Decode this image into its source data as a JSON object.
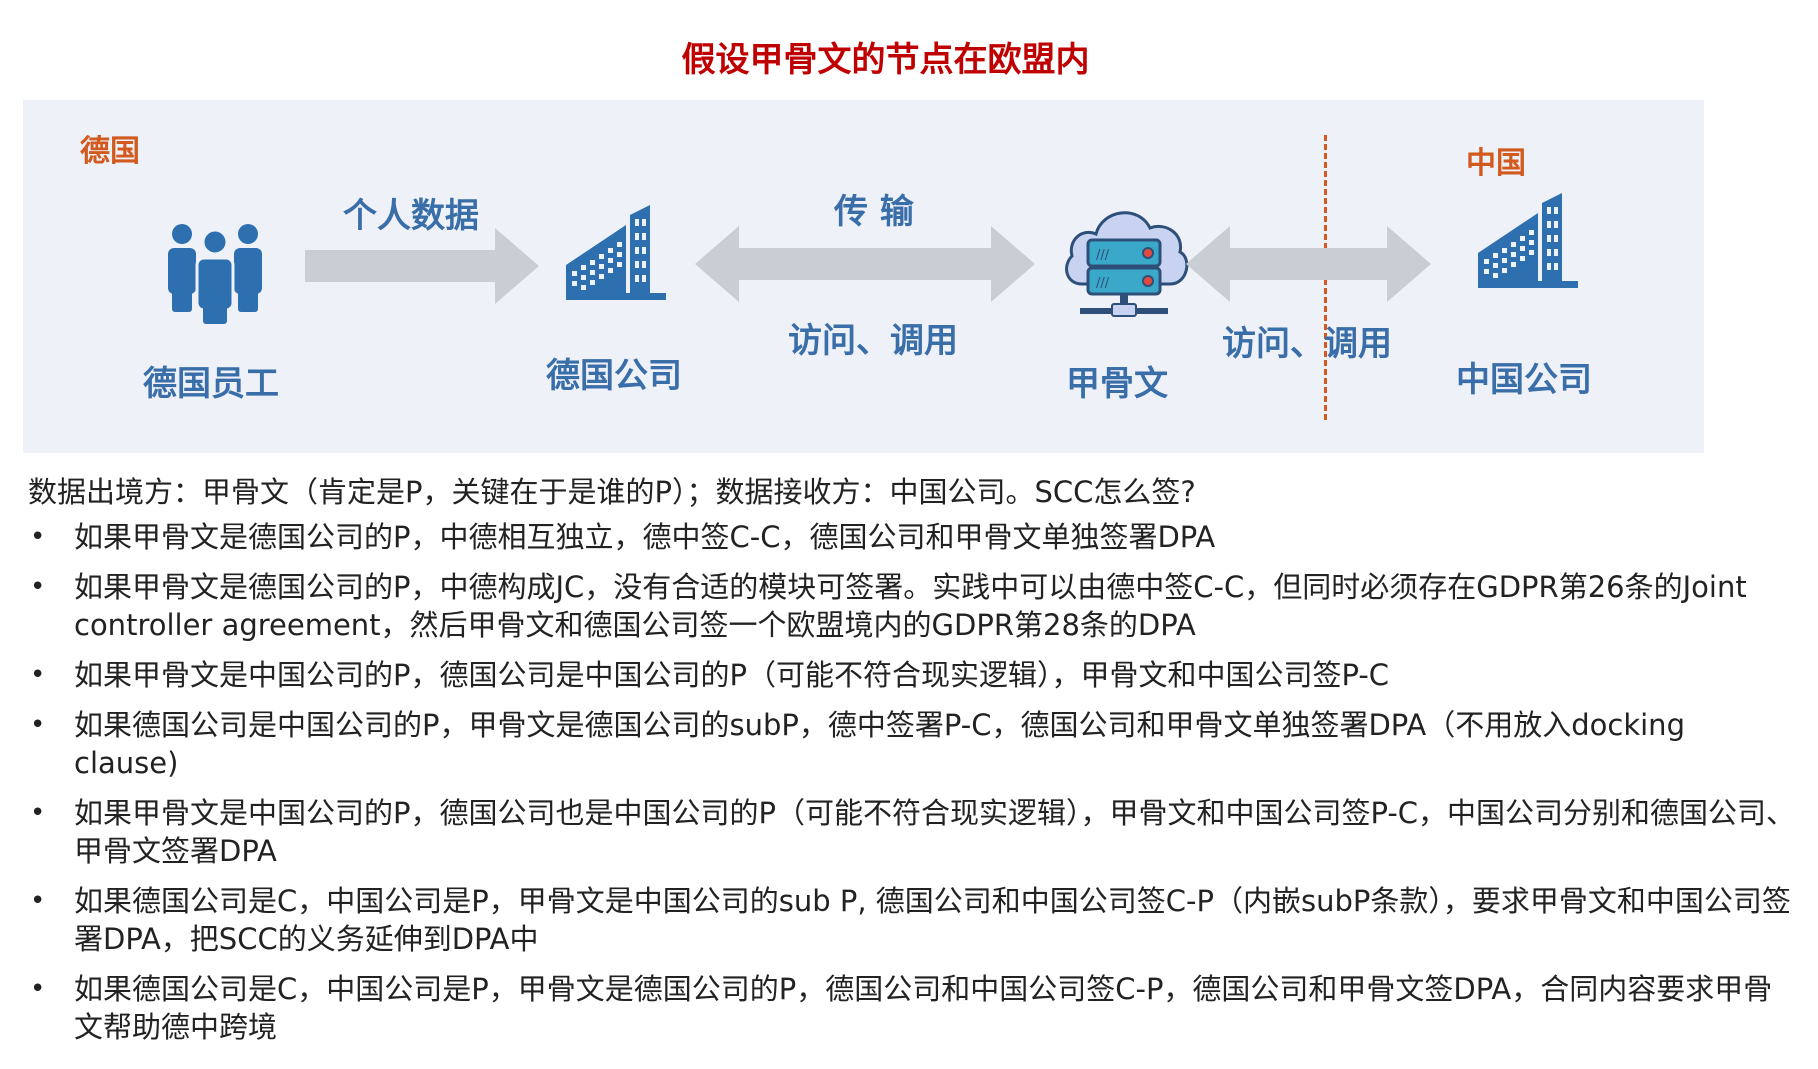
{
  "title": "假设甲骨文的节点在欧盟内",
  "diagram": {
    "region_germany": "德国",
    "region_china": "中国",
    "nodes": {
      "employees": "德国员工",
      "german_company": "德国公司",
      "oracle": "甲骨文",
      "china_company": "中国公司"
    },
    "arrows": {
      "personal_data": "个人数据",
      "transfer": "传 输",
      "access_call_1": "访问、调用",
      "access_call_2": "访问、调用"
    },
    "colors": {
      "title": "#c00000",
      "region": "#d35a1e",
      "label": "#3a6ea9",
      "icon": "#2e6fb0",
      "arrow": "#c9cdd4",
      "panel": "#eef1f8"
    }
  },
  "text": {
    "intro": "数据出境方：甲骨文（肯定是P，关键在于是谁的P）；数据接收方：中国公司。SCC怎么签?",
    "bullets": [
      "如果甲骨文是德国公司的P，中德相互独立，德中签C-C，德国公司和甲骨文单独签署DPA",
      "如果甲骨文是德国公司的P，中德构成JC，没有合适的模块可签署。实践中可以由德中签C-C，但同时必须存在GDPR第26条的Joint controller agreement，然后甲骨文和德国公司签一个欧盟境内的GDPR第28条的DPA",
      "如果甲骨文是中国公司的P，德国公司是中国公司的P（可能不符合现实逻辑），甲骨文和中国公司签P-C",
      "如果德国公司是中国公司的P，甲骨文是德国公司的subP，德中签署P-C，德国公司和甲骨文单独签署DPA（不用放入docking clause)",
      "如果甲骨文是中国公司的P，德国公司也是中国公司的P（可能不符合现实逻辑），甲骨文和中国公司签P-C，中国公司分别和德国公司、甲骨文签署DPA",
      "如果德国公司是C，中国公司是P，甲骨文是中国公司的sub P, 德国公司和中国公司签C-P（内嵌subP条款），要求甲骨文和中国公司签署DPA，把SCC的义务延伸到DPA中",
      "如果德国公司是C，中国公司是P，甲骨文是德国公司的P，德国公司和中国公司签C-P，德国公司和甲骨文签DPA，合同内容要求甲骨文帮助德中跨境"
    ]
  }
}
